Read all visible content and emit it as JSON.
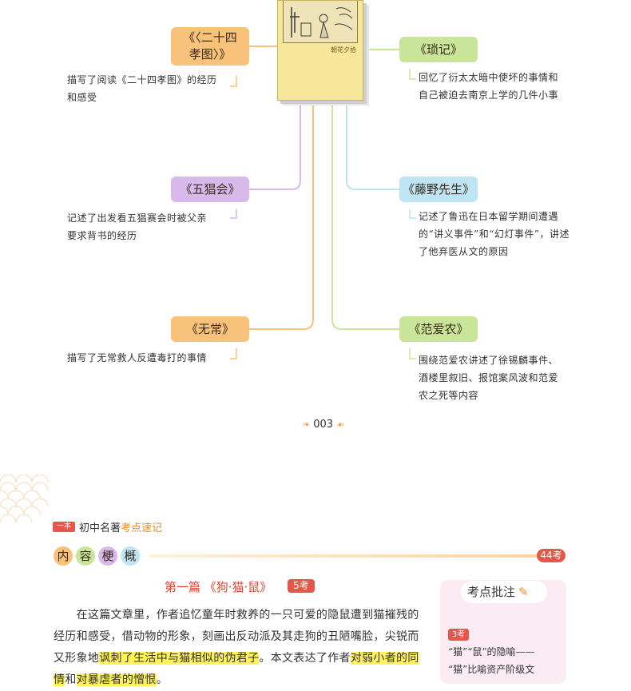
{
  "book": {
    "cover_title": "朝花夕拾"
  },
  "mindmap": {
    "nodes": [
      {
        "id": "ershisi",
        "title": "《〈二十四孝图〉》",
        "title_lines": [
          "《〈二十四",
          "孝图〉》"
        ],
        "color": "#f8c27a",
        "desc_lines": [
          "描写了阅读《二十四孝图》的经历",
          "和感受"
        ]
      },
      {
        "id": "suoji",
        "title": "《琐记》",
        "color": "#c9e59a",
        "desc_lines": [
          "回忆了衍太太暗中使坏的事情和",
          "自己被迫去南京上学的几件小事"
        ]
      },
      {
        "id": "wuchanghui",
        "title": "《五猖会》",
        "color": "#d8b9ea",
        "desc_lines": [
          "记述了出发看五猖赛会时被父亲",
          "要求背书的经历"
        ]
      },
      {
        "id": "tengye",
        "title": "《藤野先生》",
        "color": "#bfe4f4",
        "desc_lines": [
          "记述了鲁迅在日本留学期间遭遇",
          "的“讲义事件”和“幻灯事件”，讲述",
          "了他弃医从文的原因"
        ]
      },
      {
        "id": "wuchang",
        "title": "《无常》",
        "color": "#f8c27a",
        "desc_lines": [
          "描写了无常救人反遭毒打的事情"
        ]
      },
      {
        "id": "fanainong",
        "title": "《范爱农》",
        "color": "#c9e59a",
        "desc_lines": [
          "围绕范爱农讲述了徐锡麟事件、",
          "酒楼里叙旧、报馆案风波和范爱",
          "农之死等内容"
        ]
      }
    ]
  },
  "page_number": "003",
  "lower": {
    "header_badge": "一本",
    "header_text": "初中名著",
    "header_highlight": "考点速记",
    "section_chars": [
      "内",
      "容",
      "梗",
      "概"
    ],
    "section_count": "44考",
    "chapter_title": "第一篇 《狗·猫·鼠》",
    "chapter_count": "5考",
    "paragraph": {
      "p1": "在这篇文章里，作者追忆童年时救养的一只可爱的隐鼠遭到猫摧残的经历和感受，借动物的形象，刻画出反动派及其走狗的丑陋嘴脸，尖锐而又形象地",
      "h1": "讽刺了生活中与猫相似的伪君子",
      "p2": "。本文表达了作者",
      "h2": "对弱小者的同情",
      "p3": "和",
      "h3": "对暴虐者的憎恨",
      "p4": "。"
    },
    "sidebar": {
      "title": "考点批注",
      "badge": "3考",
      "lines": [
        "“猫”“鼠”的隐喻——",
        "“猫”比喻资产阶级文"
      ]
    }
  },
  "colors": {
    "orange": "#f8c27a",
    "green": "#c9e59a",
    "purple": "#d8b9ea",
    "blue": "#bfe4f4",
    "accent_red": "#e2584a",
    "highlight": "#fff25a"
  }
}
